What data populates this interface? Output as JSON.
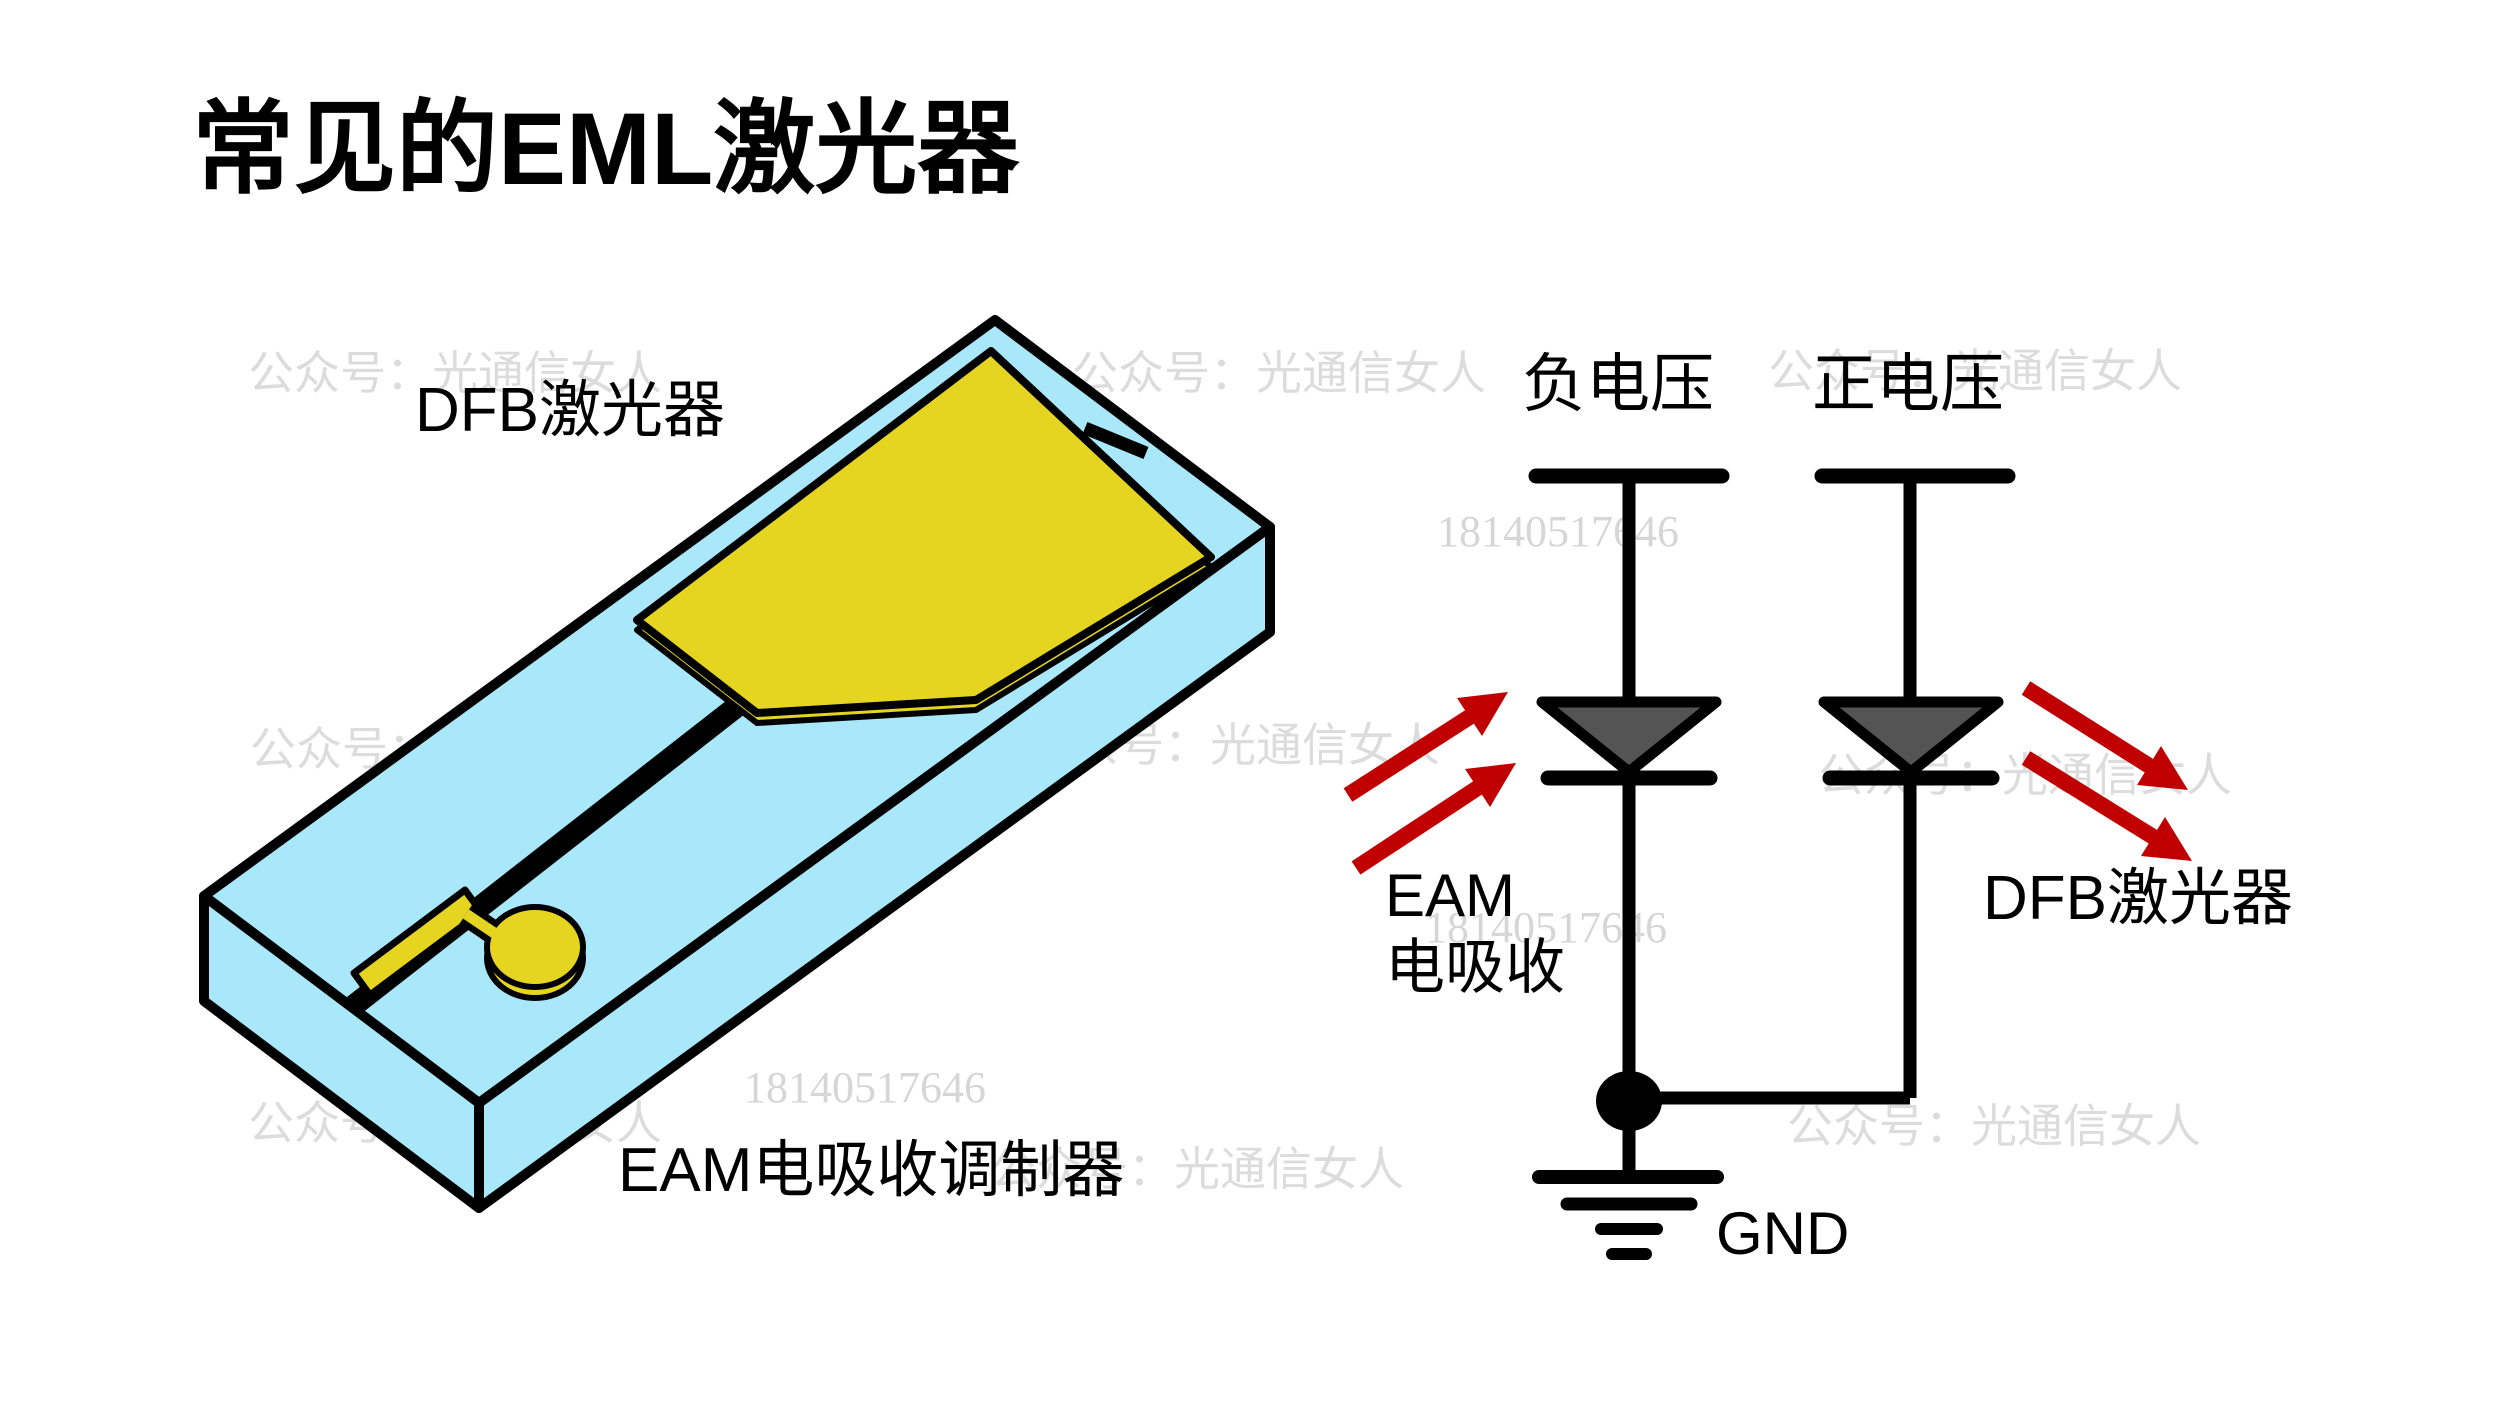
{
  "title": "常见的EML激光器",
  "chip": {
    "label_dfb": "DFB激光器",
    "label_eam": "EAM电吸收调制器",
    "colors": {
      "body": "#a9e7fa",
      "pad": "#e5d520",
      "outline": "#000000"
    }
  },
  "circuit": {
    "label_neg_voltage": "负电压",
    "label_pos_voltage": "正电压",
    "label_eam_line1": "EAM",
    "label_eam_line2": "电吸收",
    "label_dfb": "DFB激光器",
    "label_gnd": "GND",
    "colors": {
      "wire": "#000000",
      "diode_fill": "#545454",
      "arrow": "#c00000"
    }
  },
  "watermarks": {
    "wechat": "公众号：光通信女人",
    "phone": "18140517646"
  }
}
